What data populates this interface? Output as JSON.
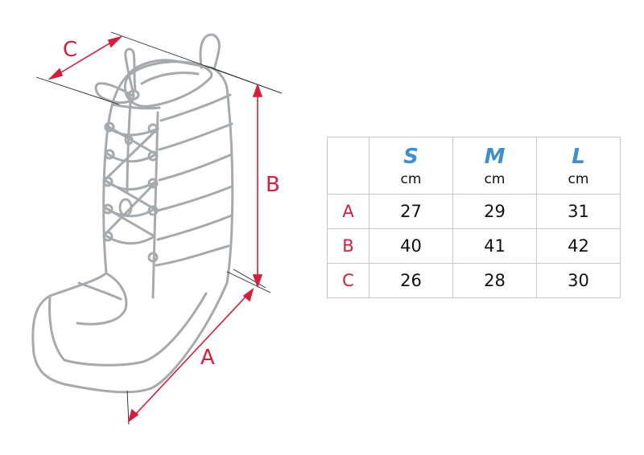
{
  "dimensions": {
    "a_label": "A",
    "b_label": "B",
    "c_label": "C"
  },
  "table": {
    "columns": [
      {
        "size": "S",
        "unit": "cm"
      },
      {
        "size": "M",
        "unit": "cm"
      },
      {
        "size": "L",
        "unit": "cm"
      }
    ],
    "rows": [
      {
        "label": "A",
        "values": [
          "27",
          "29",
          "31"
        ]
      },
      {
        "label": "B",
        "values": [
          "40",
          "41",
          "42"
        ]
      },
      {
        "label": "C",
        "values": [
          "26",
          "28",
          "30"
        ]
      }
    ]
  },
  "colors": {
    "dimension_red": "#d21f3c",
    "size_blue": "#3d8fcf",
    "boot_outline": "#a7aaad",
    "guide_line": "#222222",
    "table_border": "#c8c8c8"
  }
}
